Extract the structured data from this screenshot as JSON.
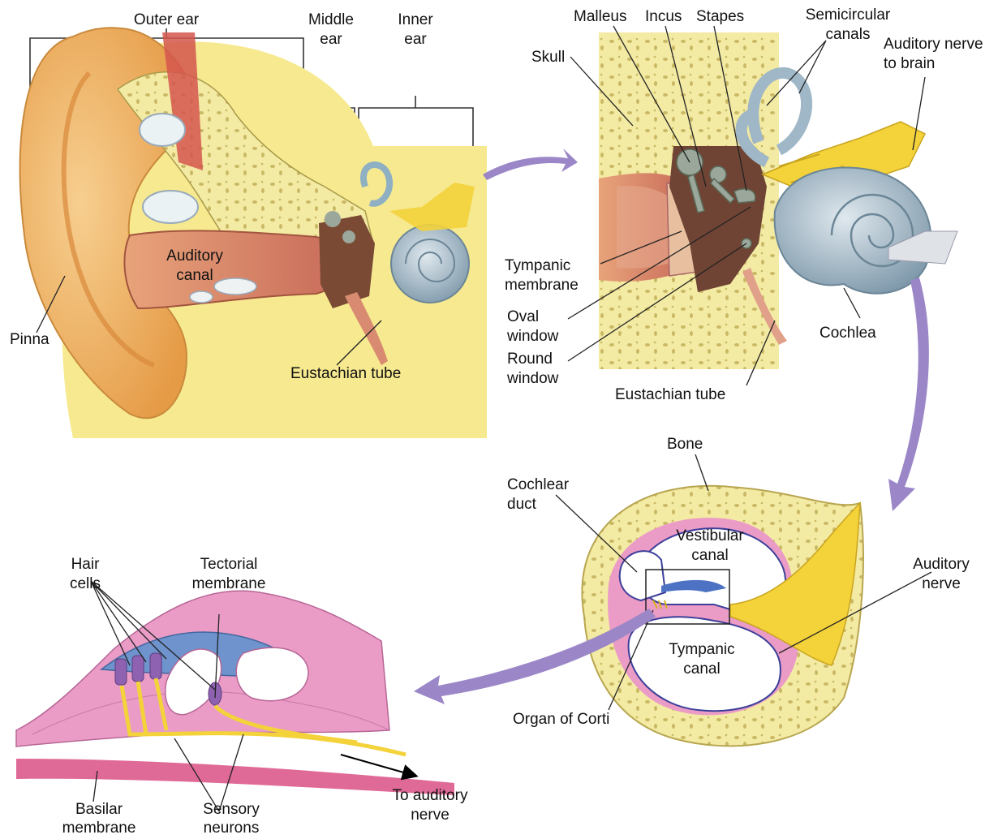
{
  "panel_outer": {
    "labels": {
      "outer_ear": "Outer ear",
      "middle_ear_1": "Middle",
      "middle_ear_2": "ear",
      "inner_ear_1": "Inner",
      "inner_ear_2": "ear",
      "auditory_canal_1": "Auditory",
      "auditory_canal_2": "canal",
      "pinna": "Pinna",
      "eustachian_tube": "Eustachian tube"
    }
  },
  "panel_middle": {
    "labels": {
      "malleus": "Malleus",
      "incus": "Incus",
      "stapes": "Stapes",
      "semicircular_1": "Semicircular",
      "semicircular_2": "canals",
      "auditory_nerve_brain_1": "Auditory nerve",
      "auditory_nerve_brain_2": "to brain",
      "skull": "Skull",
      "tympanic_membrane_1": "Tympanic",
      "tympanic_membrane_2": "membrane",
      "oval_window_1": "Oval",
      "oval_window_2": "window",
      "round_window_1": "Round",
      "round_window_2": "window",
      "cochlea": "Cochlea",
      "eustachian_tube": "Eustachian tube"
    }
  },
  "panel_cochlea": {
    "labels": {
      "bone": "Bone",
      "cochlear_duct_1": "Cochlear",
      "cochlear_duct_2": "duct",
      "vestibular_canal_1": "Vestibular",
      "vestibular_canal_2": "canal",
      "auditory_nerve_1": "Auditory",
      "auditory_nerve_2": "nerve",
      "tympanic_canal_1": "Tympanic",
      "tympanic_canal_2": "canal",
      "organ_of_corti": "Organ of Corti"
    }
  },
  "panel_corti": {
    "labels": {
      "hair_cells_1": "Hair",
      "hair_cells_2": "cells",
      "tectorial_1": "Tectorial",
      "tectorial_2": "membrane",
      "basilar_1": "Basilar",
      "basilar_2": "membrane",
      "sensory_1": "Sensory",
      "sensory_2": "neurons",
      "to_nerve_1": "To auditory",
      "to_nerve_2": "nerve"
    }
  },
  "colors": {
    "skin": "#f1b56a",
    "bone": "#f4efaa",
    "canal": "#d9806b",
    "cochlea": "#9fb7c6",
    "nerve": "#f3d23a",
    "pink": "#ea9cc6",
    "tectorial": "#6f93cc",
    "arrow": "#9b87c8"
  }
}
